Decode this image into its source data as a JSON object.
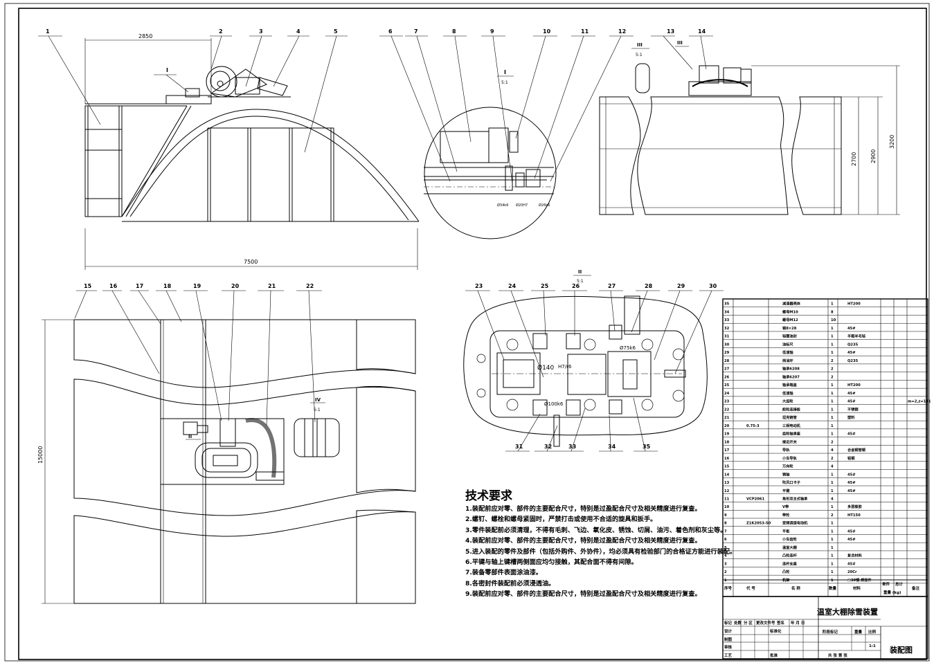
{
  "title_block": {
    "drawing_name": "温室大棚除雪装置",
    "drawing_type": "装配图",
    "scale": "1:1",
    "labels": {
      "mark": "标记",
      "count": "处数",
      "zone": "分 区",
      "doc_no": "更改文件号",
      "sign": "签名",
      "date": "年 月 日",
      "design": "设计",
      "standardize": "标准化",
      "stage_mark": "阶段标记",
      "weight": "重量",
      "scale_label": "比例",
      "draw": "制图",
      "audit": "审核",
      "process": "工艺",
      "approve": "批准",
      "sheets": "共 张  第 张"
    }
  },
  "bom_headers": [
    "序号",
    "代 号",
    "名 称",
    "数量",
    "材料",
    "单件",
    "总计",
    "备注",
    "重量 (kg)"
  ],
  "bom": [
    {
      "no": "35",
      "code": "",
      "name": "减速器壳体",
      "qty": "1",
      "mat": "HT200",
      "note": ""
    },
    {
      "no": "34",
      "code": "",
      "name": "螺母M10",
      "qty": "8",
      "mat": "",
      "note": ""
    },
    {
      "no": "33",
      "code": "",
      "name": "螺母M12",
      "qty": "10",
      "mat": "",
      "note": ""
    },
    {
      "no": "32",
      "code": "",
      "name": "销8×28",
      "qty": "1",
      "mat": "45#",
      "note": ""
    },
    {
      "no": "31",
      "code": "",
      "name": "毡圈油封",
      "qty": "1",
      "mat": "半粗羊毛毡",
      "note": ""
    },
    {
      "no": "30",
      "code": "",
      "name": "油标尺",
      "qty": "1",
      "mat": "Q235",
      "note": ""
    },
    {
      "no": "29",
      "code": "",
      "name": "低速轴",
      "qty": "1",
      "mat": "45#",
      "note": ""
    },
    {
      "no": "28",
      "code": "",
      "name": "挡油环",
      "qty": "2",
      "mat": "Q235",
      "note": ""
    },
    {
      "no": "27",
      "code": "",
      "name": "轴承6208",
      "qty": "2",
      "mat": "",
      "note": ""
    },
    {
      "no": "26",
      "code": "",
      "name": "轴承6207",
      "qty": "2",
      "mat": "",
      "note": ""
    },
    {
      "no": "25",
      "code": "",
      "name": "轴承端盖",
      "qty": "1",
      "mat": "HT200",
      "note": ""
    },
    {
      "no": "24",
      "code": "",
      "name": "低速轴",
      "qty": "1",
      "mat": "45#",
      "note": ""
    },
    {
      "no": "23",
      "code": "",
      "name": "大齿轮",
      "qty": "1",
      "mat": "45#",
      "note": "m=2,z=111"
    },
    {
      "no": "22",
      "code": "",
      "name": "舵轮连接板",
      "qty": "1",
      "mat": "不锈钢",
      "note": ""
    },
    {
      "no": "21",
      "code": "",
      "name": "坦克链管",
      "qty": "1",
      "mat": "塑料",
      "note": ""
    },
    {
      "no": "20",
      "code": "0.75-3",
      "name": "三相电动机",
      "qty": "1",
      "mat": "",
      "note": ""
    },
    {
      "no": "19",
      "code": "",
      "name": "齿轮轴承座",
      "qty": "1",
      "mat": "45#",
      "note": ""
    },
    {
      "no": "18",
      "code": "",
      "name": "接近开关",
      "qty": "2",
      "mat": "",
      "note": ""
    },
    {
      "no": "17",
      "code": "",
      "name": "导轨",
      "qty": "4",
      "mat": "合金钢管钢",
      "note": ""
    },
    {
      "no": "16",
      "code": "",
      "name": "小车导轨",
      "qty": "2",
      "mat": "铝钢",
      "note": ""
    },
    {
      "no": "15",
      "code": "",
      "name": "万向轮",
      "qty": "4",
      "mat": "",
      "note": ""
    },
    {
      "no": "14",
      "code": "",
      "name": "销轴",
      "qty": "1",
      "mat": "45#",
      "note": ""
    },
    {
      "no": "13",
      "code": "",
      "name": "吹风口卡子",
      "qty": "1",
      "mat": "45#",
      "note": ""
    },
    {
      "no": "12",
      "code": "",
      "name": "平键",
      "qty": "1",
      "mat": "45#",
      "note": ""
    },
    {
      "no": "11",
      "code": "VCP2061",
      "name": "角形双主式轴承",
      "qty": "4",
      "mat": "",
      "note": ""
    },
    {
      "no": "10",
      "code": "",
      "name": "V带",
      "qty": "1",
      "mat": "多层橡胶",
      "note": ""
    },
    {
      "no": "9",
      "code": "",
      "name": "带轮",
      "qty": "2",
      "mat": "HT150",
      "note": ""
    },
    {
      "no": "8",
      "code": "Z1K2053-50",
      "name": "变频调速电动机",
      "qty": "1",
      "mat": "",
      "note": ""
    },
    {
      "no": "7",
      "code": "",
      "name": "平板",
      "qty": "1",
      "mat": "45#",
      "note": ""
    },
    {
      "no": "6",
      "code": "",
      "name": "小车齿轮",
      "qty": "1",
      "mat": "45#",
      "note": ""
    },
    {
      "no": "5",
      "code": "",
      "name": "温室大棚",
      "qty": "1",
      "mat": "",
      "note": ""
    },
    {
      "no": "4",
      "code": "",
      "name": "凸轮连杆",
      "qty": "1",
      "mat": "复合材料",
      "note": ""
    },
    {
      "no": "3",
      "code": "",
      "name": "连杆支座",
      "qty": "1",
      "mat": "45#",
      "note": ""
    },
    {
      "no": "2",
      "code": "",
      "name": "凸轮",
      "qty": "1",
      "mat": "20Cr",
      "note": ""
    },
    {
      "no": "1",
      "code": "",
      "name": "机架",
      "qty": "1",
      "mat": "□30钢 焊接件",
      "note": ""
    }
  ],
  "requirements": {
    "title": "技术要求",
    "items": [
      "1.装配前应对零、部件的主要配合尺寸，特别是过盈配合尺寸及相关精度进行复查。",
      "2.螺钉、螺栓和螺母紧固时，严禁打击或使用不合适的旋具和扳手。",
      "3.零件装配前必须清理，不得有毛刺、飞边、氧化皮、锈蚀、切屑、油污、着色剂和灰尘等。",
      "4.装配前应对零、部件的主要配合尺寸，特别是过盈配合尺寸及相关精度进行复查。",
      "5.进入装配的零件及部件（包括外购件、外协件），均必须具有检验部门的合格证方能进行装配。",
      "6.平键与轴上键槽两侧面应均匀接触，其配合面不得有间隙。",
      "7.装备零部件表面涂油漆。",
      "8.各密封件装配前必须浸透油。",
      "9.装配前应对零、部件的主要配合尺寸，特别是过盈配合尺寸及相关精度进行复查。"
    ]
  },
  "dims": {
    "width_total": "7500",
    "width_frame": "2850",
    "h1": "2700",
    "h2": "2900",
    "h3": "3200",
    "length": "15000",
    "dia1": "Ø140",
    "fit1": "H7/r6",
    "dia2": "Ø75k6",
    "dia3": "Ø100k6",
    "small1": "Ø34k6",
    "small2": "Ø20H7",
    "small3": "Ø26k6"
  },
  "views": {
    "I": {
      "label": "I",
      "scale": "5:1"
    },
    "II": {
      "label": "II",
      "scale": "5:1"
    },
    "III": {
      "label": "III",
      "scale": "5:1"
    },
    "IV": {
      "label": "IV",
      "scale": "5:1"
    }
  }
}
